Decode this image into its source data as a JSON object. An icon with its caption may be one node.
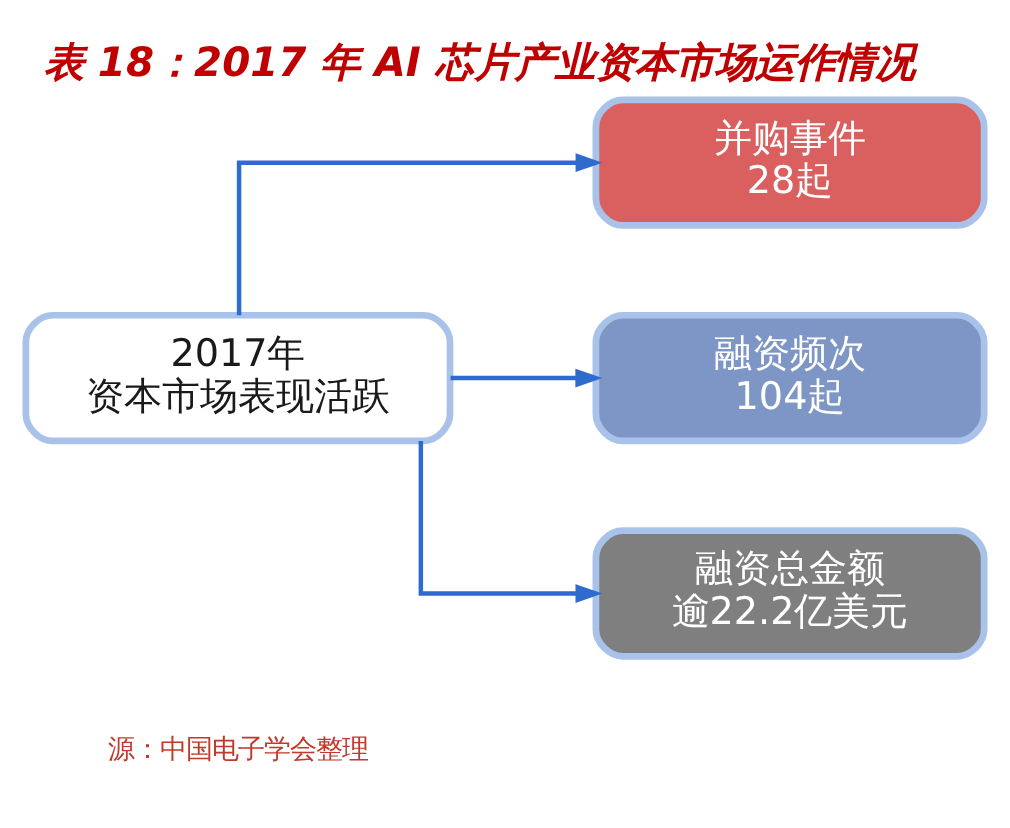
{
  "diagram": {
    "title": "表 18：2017 年 AI 芯片产业资本市场运作情况",
    "caption": "源：中国电子学会整理",
    "nodes": [
      {
        "text": [
          "2017年",
          "资本市场表现活跃"
        ]
      },
      {
        "text": [
          "并购事件",
          "28起"
        ]
      },
      {
        "text": [
          "融资频次",
          "104起"
        ]
      },
      {
        "text": [
          "融资总金额",
          "逾22.2亿美元"
        ]
      }
    ],
    "edges": [
      {
        "from": 0,
        "to": 1,
        "arrow": "to"
      },
      {
        "from": 0,
        "to": 2,
        "arrow": "to"
      },
      {
        "from": 0,
        "to": 3,
        "arrow": "to"
      }
    ]
  }
}
